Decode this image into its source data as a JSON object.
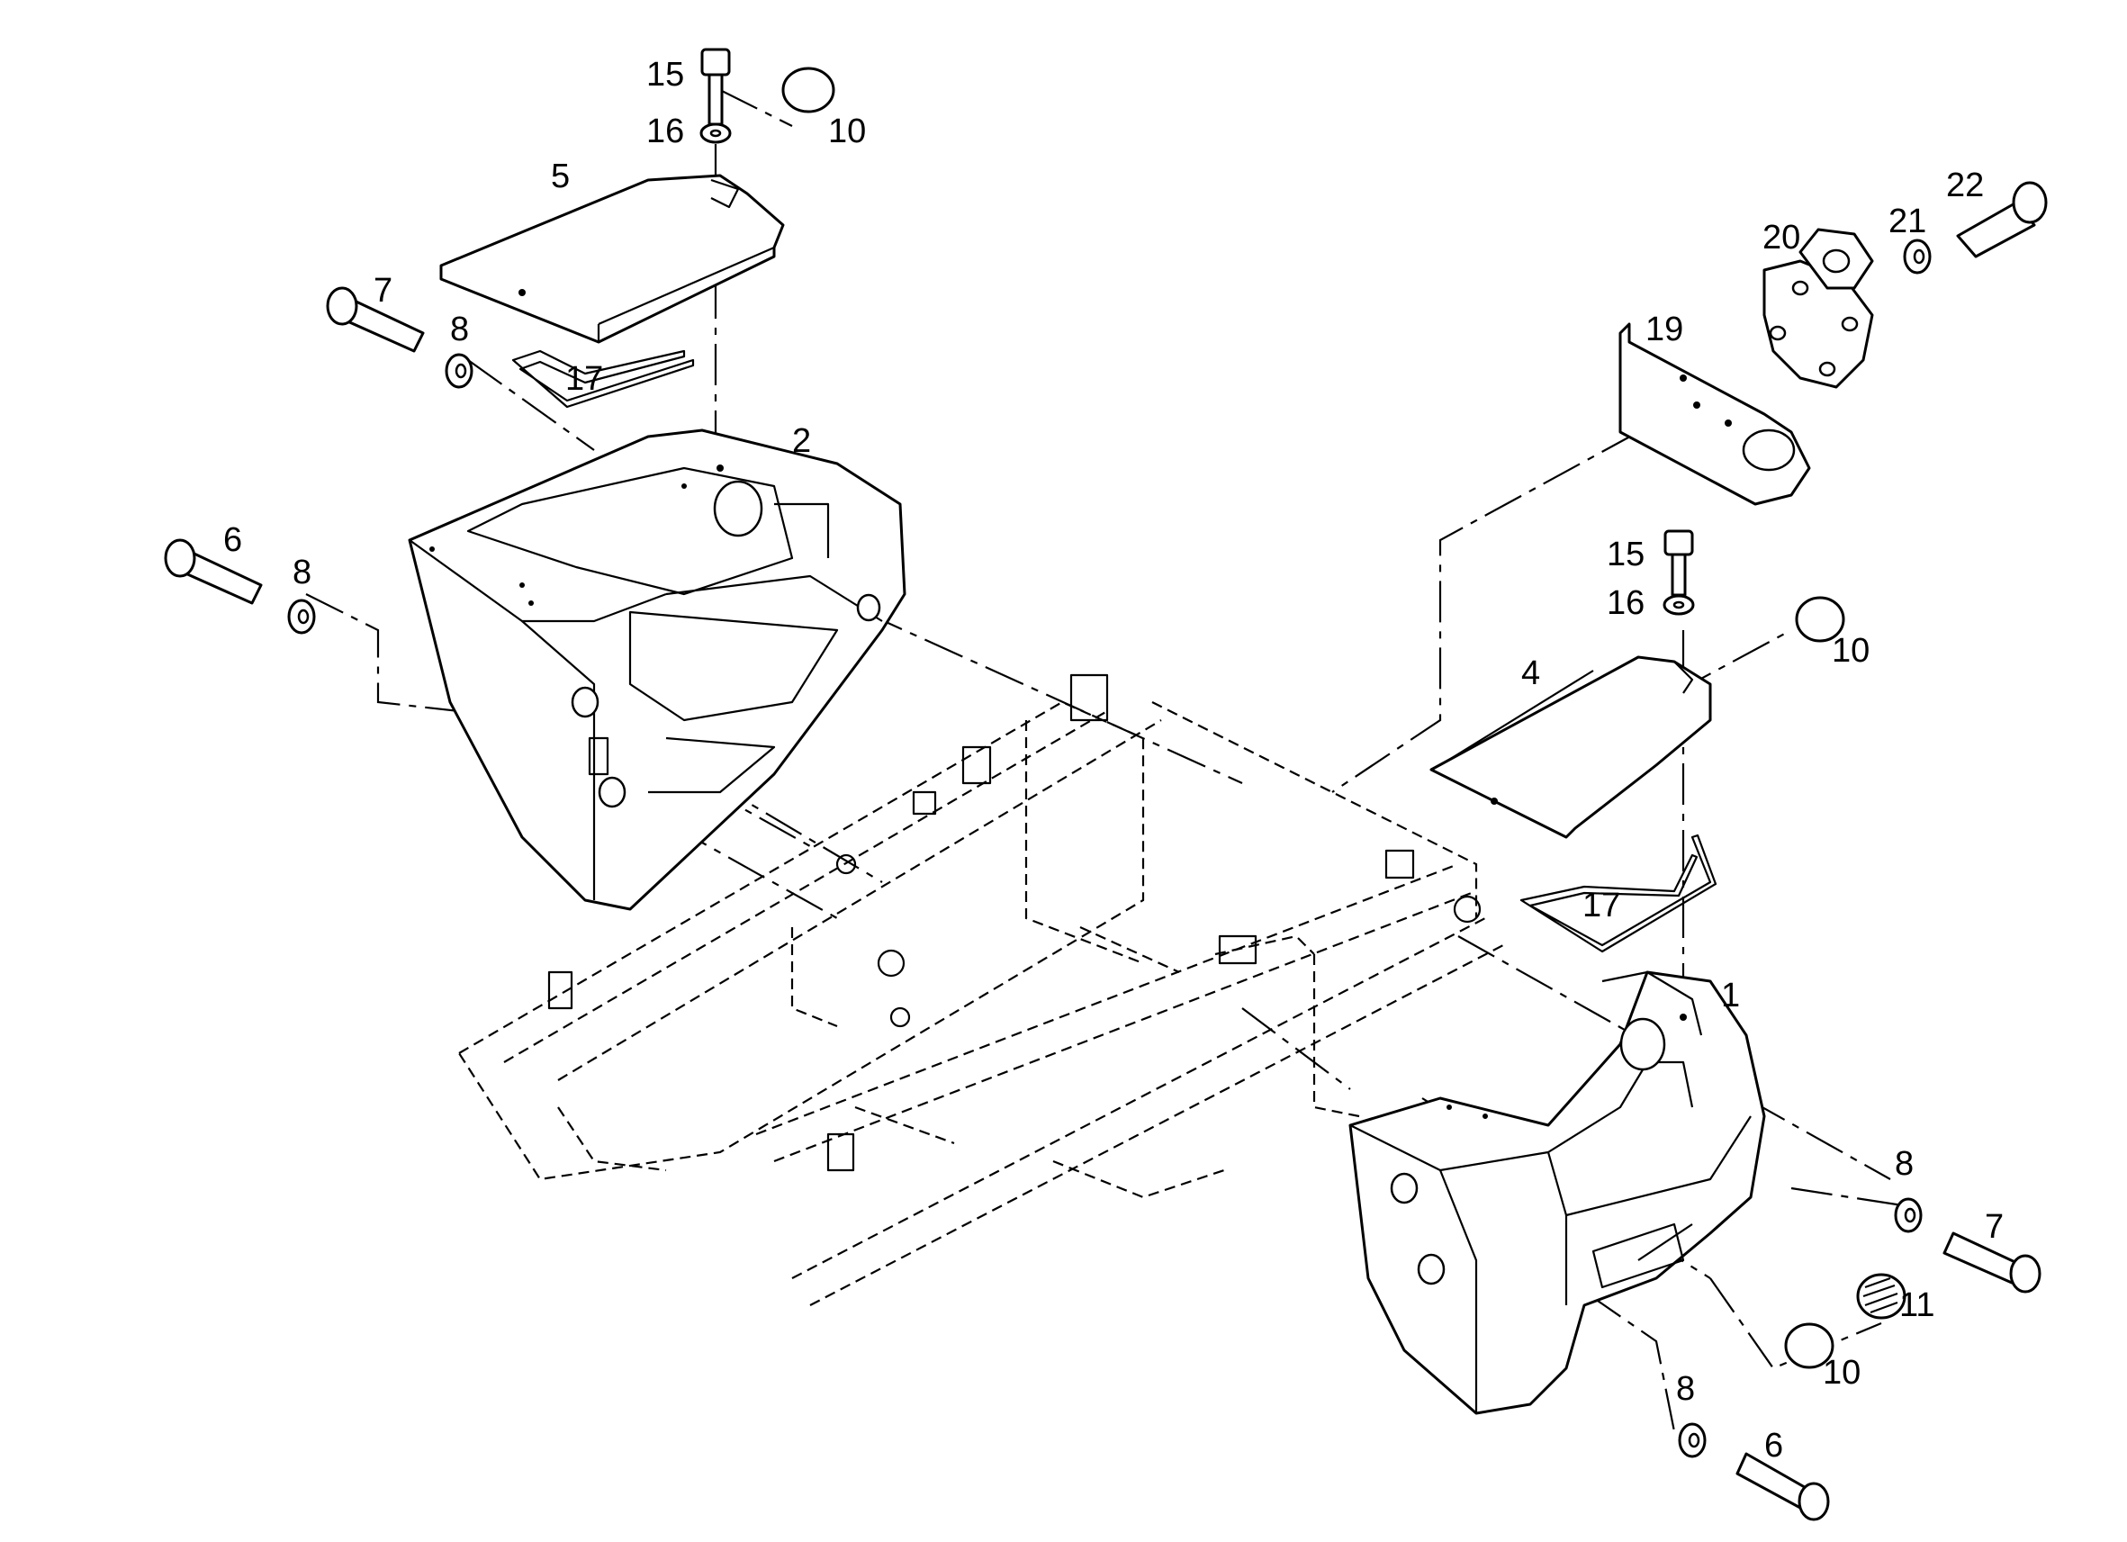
{
  "callouts": [
    {
      "id": "c15a",
      "label": "15"
    },
    {
      "id": "c16a",
      "label": "16"
    },
    {
      "id": "c10a",
      "label": "10"
    },
    {
      "id": "c5",
      "label": "5"
    },
    {
      "id": "c7a",
      "label": "7"
    },
    {
      "id": "c8a",
      "label": "8"
    },
    {
      "id": "c17a",
      "label": "17"
    },
    {
      "id": "c2",
      "label": "2"
    },
    {
      "id": "c6a",
      "label": "6"
    },
    {
      "id": "c8b",
      "label": "8"
    },
    {
      "id": "c22",
      "label": "22"
    },
    {
      "id": "c21",
      "label": "21"
    },
    {
      "id": "c20",
      "label": "20"
    },
    {
      "id": "c19",
      "label": "19"
    },
    {
      "id": "c15b",
      "label": "15"
    },
    {
      "id": "c16b",
      "label": "16"
    },
    {
      "id": "c10b",
      "label": "10"
    },
    {
      "id": "c4",
      "label": "4"
    },
    {
      "id": "c17b",
      "label": "17"
    },
    {
      "id": "c1",
      "label": "1"
    },
    {
      "id": "c8c",
      "label": "8"
    },
    {
      "id": "c7b",
      "label": "7"
    },
    {
      "id": "c11",
      "label": "11"
    },
    {
      "id": "c10c",
      "label": "10"
    },
    {
      "id": "c8d",
      "label": "8"
    },
    {
      "id": "c6b",
      "label": "6"
    }
  ]
}
